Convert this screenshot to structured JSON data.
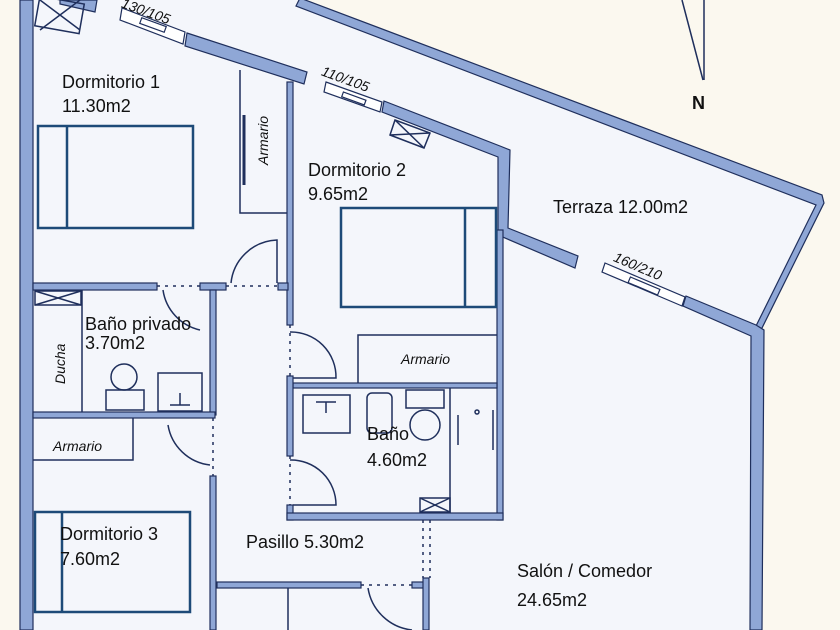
{
  "rooms": {
    "dorm1": {
      "name": "Dormitorio 1",
      "area": "11.30m2"
    },
    "dorm2": {
      "name": "Dormitorio 2",
      "area": "9.65m2"
    },
    "dorm3": {
      "name": "Dormitorio 3",
      "area": "7.60m2"
    },
    "bano_privado": {
      "name": "Baño privado",
      "area": "3.70m2"
    },
    "bano": {
      "name": "Baño",
      "area": "4.60m2"
    },
    "pasillo": "Pasillo 5.30m2",
    "terraza": "Terraza 12.00m2",
    "salon": {
      "name": "Salón / Comedor",
      "area": "24.65m2"
    }
  },
  "labels": {
    "armario": "Armario",
    "ducha": "Ducha",
    "north": "N"
  },
  "windows": [
    "130/105",
    "110/105",
    "160/210"
  ],
  "colors": {
    "wall": "#8fa7d6",
    "outline": "#1f2f5c",
    "floor": "#f4f6fb"
  }
}
